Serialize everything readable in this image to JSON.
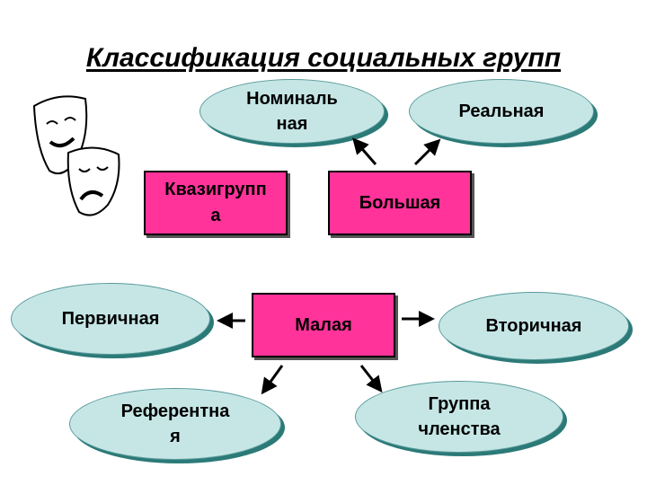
{
  "title": "Классификация социальных групп",
  "nodes": {
    "quasigroup": "Квазигрупп\nа",
    "large": "Большая",
    "small": "Малая",
    "nominal": "Номиналь\nная",
    "real": "Реальная",
    "primary": "Первичная",
    "secondary": "Вторичная",
    "reference": "Референтна\nя",
    "membership": "Группа\nчленства"
  },
  "colors": {
    "box_fill": "#ff3399",
    "ellipse_fill": "#c6e6e6",
    "ellipse_shadow": "#2b7a78"
  },
  "icons": [
    "theatre-masks-icon"
  ]
}
